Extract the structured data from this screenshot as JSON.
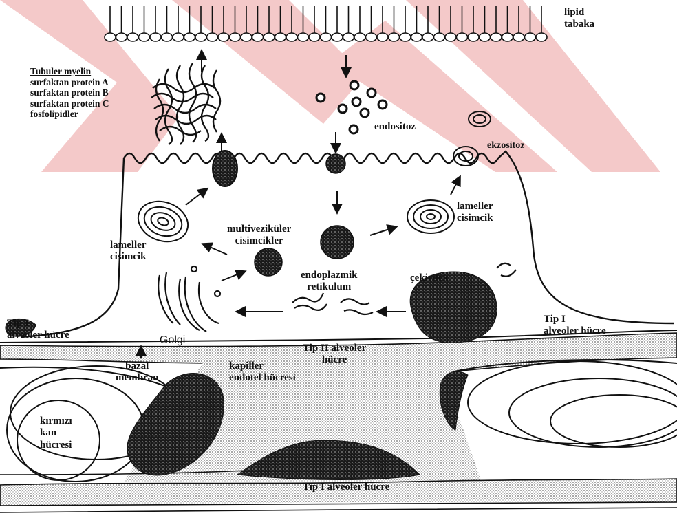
{
  "labels": {
    "lipid_layer": [
      "lipid",
      "tabaka"
    ],
    "tubular_myelin": {
      "title": "Tubuler myelin",
      "items": [
        "surfaktan protein A",
        "surfaktan protein B",
        "surfaktan protein C",
        "fosfolipidler"
      ]
    },
    "endocytosis": "endositoz",
    "exocytosis": "ekzositoz",
    "lamellar_body_right": [
      "lameller",
      "cisimcik"
    ],
    "lamellar_body_left": [
      "lameller",
      "cisimcik"
    ],
    "multivesicular_bodies": [
      "multiveziküler",
      "cisimcikler"
    ],
    "endoplasmic_reticulum": [
      "endoplazmik",
      "retikulum"
    ],
    "nucleus": "çekirdek",
    "golgi": "Golgi",
    "type1_cell_left": [
      "Tip I",
      "alveoler hücre"
    ],
    "type1_cell_right": [
      "Tip I",
      "alveoler hücre"
    ],
    "type2_cell": [
      "Tip II alveoler",
      "hücre"
    ],
    "basal_membrane": [
      "bazal",
      "membran"
    ],
    "capillary_endothelial": [
      "kapiller",
      "endotel hücresi"
    ],
    "red_blood_cell": [
      "kırmızı",
      "kan",
      "hücresi"
    ],
    "type1_cell_bottom": "Tip I alveoler hücre"
  },
  "colors": {
    "ink": "#111111",
    "watermark": "#f3c6c6",
    "stipple": "#8a8a8a"
  }
}
